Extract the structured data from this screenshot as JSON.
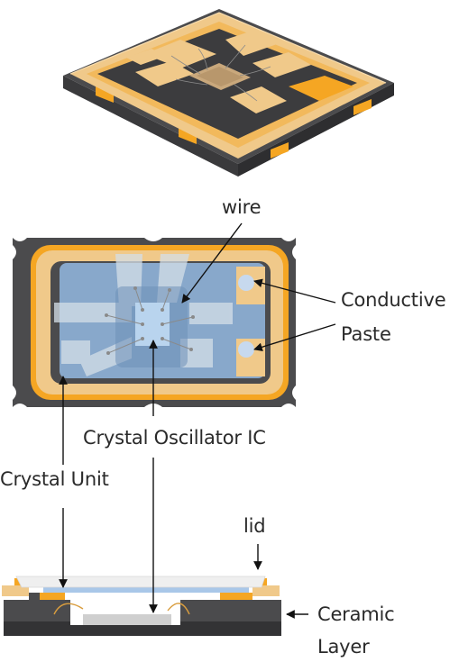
{
  "labels": {
    "wire": "wire",
    "conductive_line1": "Conductive",
    "conductive_line2": "Paste",
    "crystal_osc_ic": "Crystal Oscillator IC",
    "crystal_unit": "Crystal Unit",
    "lid": "lid",
    "ceramic_line1": "Ceramic",
    "ceramic_line2": "Layer"
  },
  "colors": {
    "gold": "#f0c98a",
    "gold_dark": "#d99d3e",
    "orange": "#f5a623",
    "ceramic": "#4b4b4d",
    "ceramic_dark": "#333335",
    "crystal_blue": "#8fb3d9",
    "ic_blue": "#b9d4ee",
    "wire_gray": "#8a8a8a"
  }
}
